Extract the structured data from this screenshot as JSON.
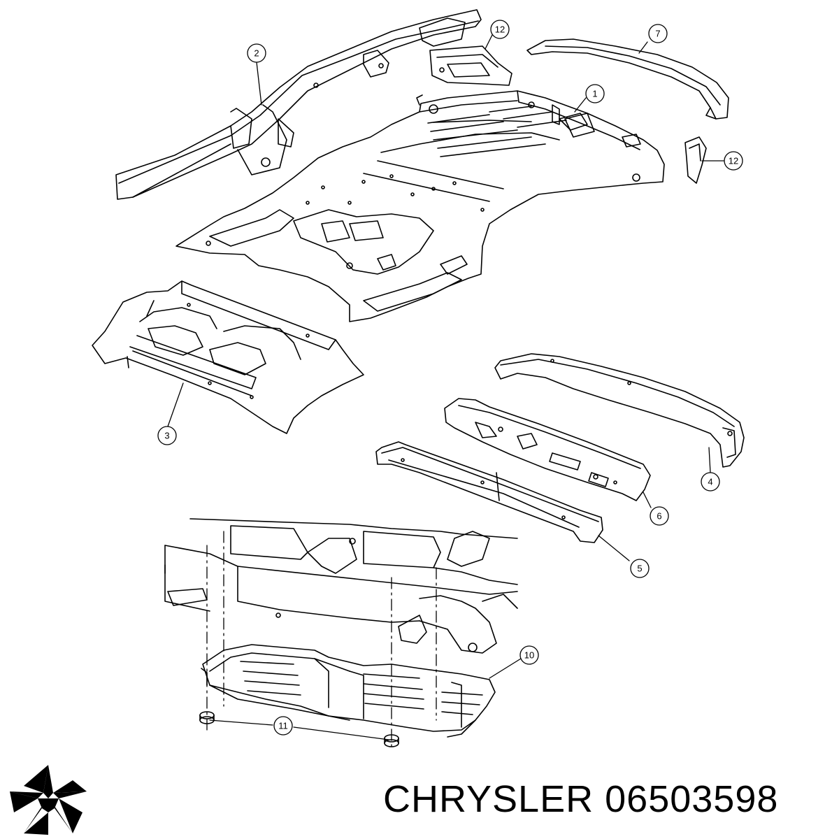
{
  "diagram": {
    "callouts": [
      {
        "id": "c1",
        "label": "1"
      },
      {
        "id": "c2",
        "label": "2"
      },
      {
        "id": "c3",
        "label": "3"
      },
      {
        "id": "c4",
        "label": "4"
      },
      {
        "id": "c5",
        "label": "5"
      },
      {
        "id": "c6",
        "label": "6"
      },
      {
        "id": "c7",
        "label": "7"
      },
      {
        "id": "c10",
        "label": "10"
      },
      {
        "id": "c11",
        "label": "11"
      },
      {
        "id": "c12a",
        "label": "12"
      },
      {
        "id": "c12b",
        "label": "12"
      }
    ]
  },
  "footer": {
    "brand": "CHRYSLER",
    "part_number": "06503598",
    "logo_icon": "pentastar-icon"
  },
  "colors": {
    "line": "#000000",
    "background": "#ffffff"
  }
}
